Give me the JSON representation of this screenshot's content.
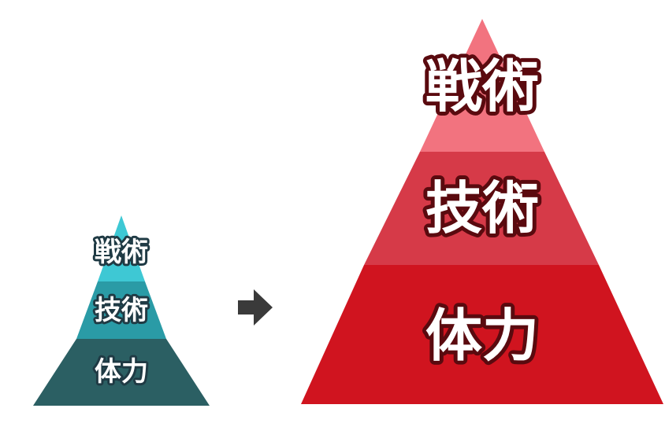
{
  "small_pyramid": {
    "layers": [
      {
        "label": "戦術",
        "color": "#3ec8d4"
      },
      {
        "label": "技術",
        "color": "#2a9ba6"
      },
      {
        "label": "体力",
        "color": "#2b5f63"
      }
    ]
  },
  "arrow": {
    "color": "#3a3a3a",
    "icon": "arrow-right-icon"
  },
  "large_pyramid": {
    "layers": [
      {
        "label": "戦術",
        "color": "#f2737f"
      },
      {
        "label": "技術",
        "color": "#d63a48"
      },
      {
        "label": "体力",
        "color": "#d0141f"
      }
    ]
  }
}
